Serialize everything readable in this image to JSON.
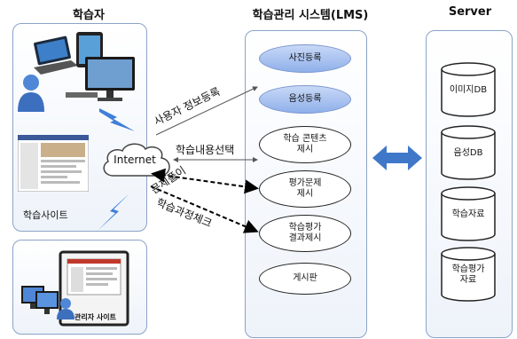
{
  "headers": {
    "learner": "학습자",
    "lms": "학습관리 시스템(LMS)",
    "server": "Server"
  },
  "learner_panel": {
    "site_label": "학습사이트",
    "internet_label": "Internet"
  },
  "admin_panel": {
    "site_label": "관리자 사이트"
  },
  "arrow_labels": {
    "register": "사용자 정보등록",
    "select": "학습내용선택",
    "solve": "문제풀이",
    "check": "학습과정체크"
  },
  "lms_items": [
    {
      "label": "사진등록",
      "style": "blue"
    },
    {
      "label": "음성등록",
      "style": "blue"
    },
    {
      "label": "학습 콘텐츠\n제시",
      "style": "plain"
    },
    {
      "label": "평가문제\n제시",
      "style": "plain"
    },
    {
      "label": "학습평가\n결과제시",
      "style": "plain"
    },
    {
      "label": "게시판",
      "style": "plain"
    }
  ],
  "server_items": [
    {
      "label": "이미지DB"
    },
    {
      "label": "음성DB"
    },
    {
      "label": "학습자료"
    },
    {
      "label": "학습평가\n자료"
    }
  ],
  "colors": {
    "panel_border": "#8aa3c7",
    "lightning": "#3f7fd9",
    "double_arrow": "#3f78c9"
  }
}
